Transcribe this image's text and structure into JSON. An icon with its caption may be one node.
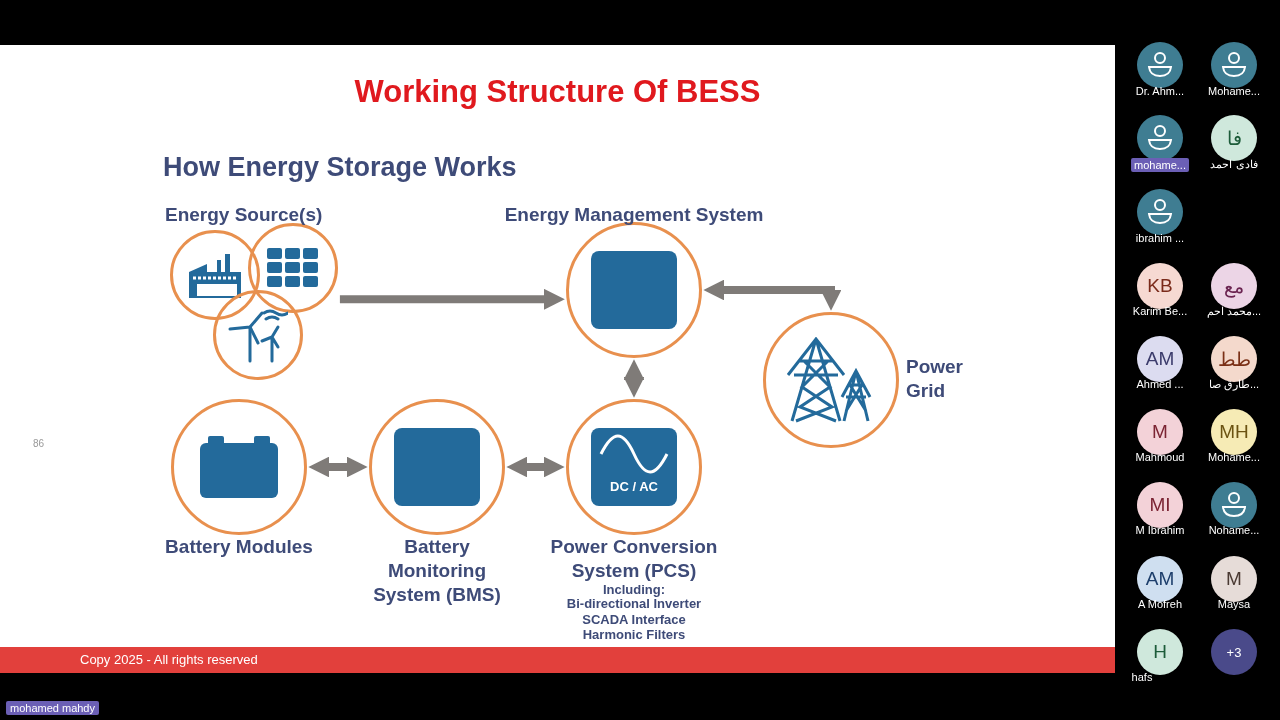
{
  "diagram": {
    "title": "Working Structure Of BESS",
    "nodes": [
      {
        "text": [],
        "shape": "circle"
      },
      {
        "text": [],
        "shape": "circle"
      },
      {
        "text": [],
        "shape": "circle"
      },
      {
        "text": [
          "Energy Management System"
        ]
      },
      {
        "text": [
          "Power Grid"
        ]
      },
      {
        "text": [
          "Battery Modules"
        ]
      },
      {
        "text": [
          "Battery Monitoring System (BMS)"
        ]
      },
      {
        "text": [
          "DC / AC",
          "Power Conversion System (PCS)",
          "Including:",
          "Bi-directional Inverter",
          "SCADA Interface",
          "Harmonic Filters"
        ]
      }
    ],
    "edges": [
      {
        "from": 1,
        "to": 3,
        "arrow": "to"
      },
      {
        "from": 3,
        "to": 4,
        "arrow": "both"
      },
      {
        "from": 3,
        "to": 7,
        "arrow": "both"
      },
      {
        "from": 5,
        "to": 6,
        "arrow": "both"
      },
      {
        "from": 6,
        "to": 7,
        "arrow": "both"
      }
    ],
    "labels": [
      "How Energy Storage Works",
      "Energy Source(s)",
      "86",
      "Copy 2025 - All rights reserved",
      "Dr. Ahm...",
      "Mohame...",
      "mohame...",
      "فا",
      "فادى احمد",
      "ibrahim ...",
      "KB",
      "Karim Be...",
      "مع",
      "محمد احم...",
      "AM",
      "Ahmed ...",
      "طط",
      "طارق صا...",
      "M",
      "Mahmoud",
      "MH",
      "Mohame...",
      "MI",
      "M Ibrahim",
      "Nohame...",
      "AM",
      "A Mofreh",
      "M",
      "Maysa",
      "H",
      "hafs",
      "+3",
      "mohamed mahdy"
    ]
  }
}
